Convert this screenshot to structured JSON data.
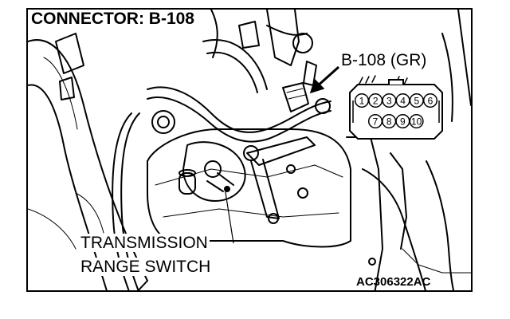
{
  "title": "CONNECTOR: B-108",
  "connector_label": "B-108 (GR)",
  "part_label": [
    "TRANSMISSION",
    "RANGE SWITCH"
  ],
  "figure_code": "AC306322AC",
  "pins": {
    "top_row": [
      "1",
      "2",
      "3",
      "4",
      "5",
      "6"
    ],
    "bottom_row": [
      "7",
      "8",
      "9",
      "10"
    ]
  }
}
